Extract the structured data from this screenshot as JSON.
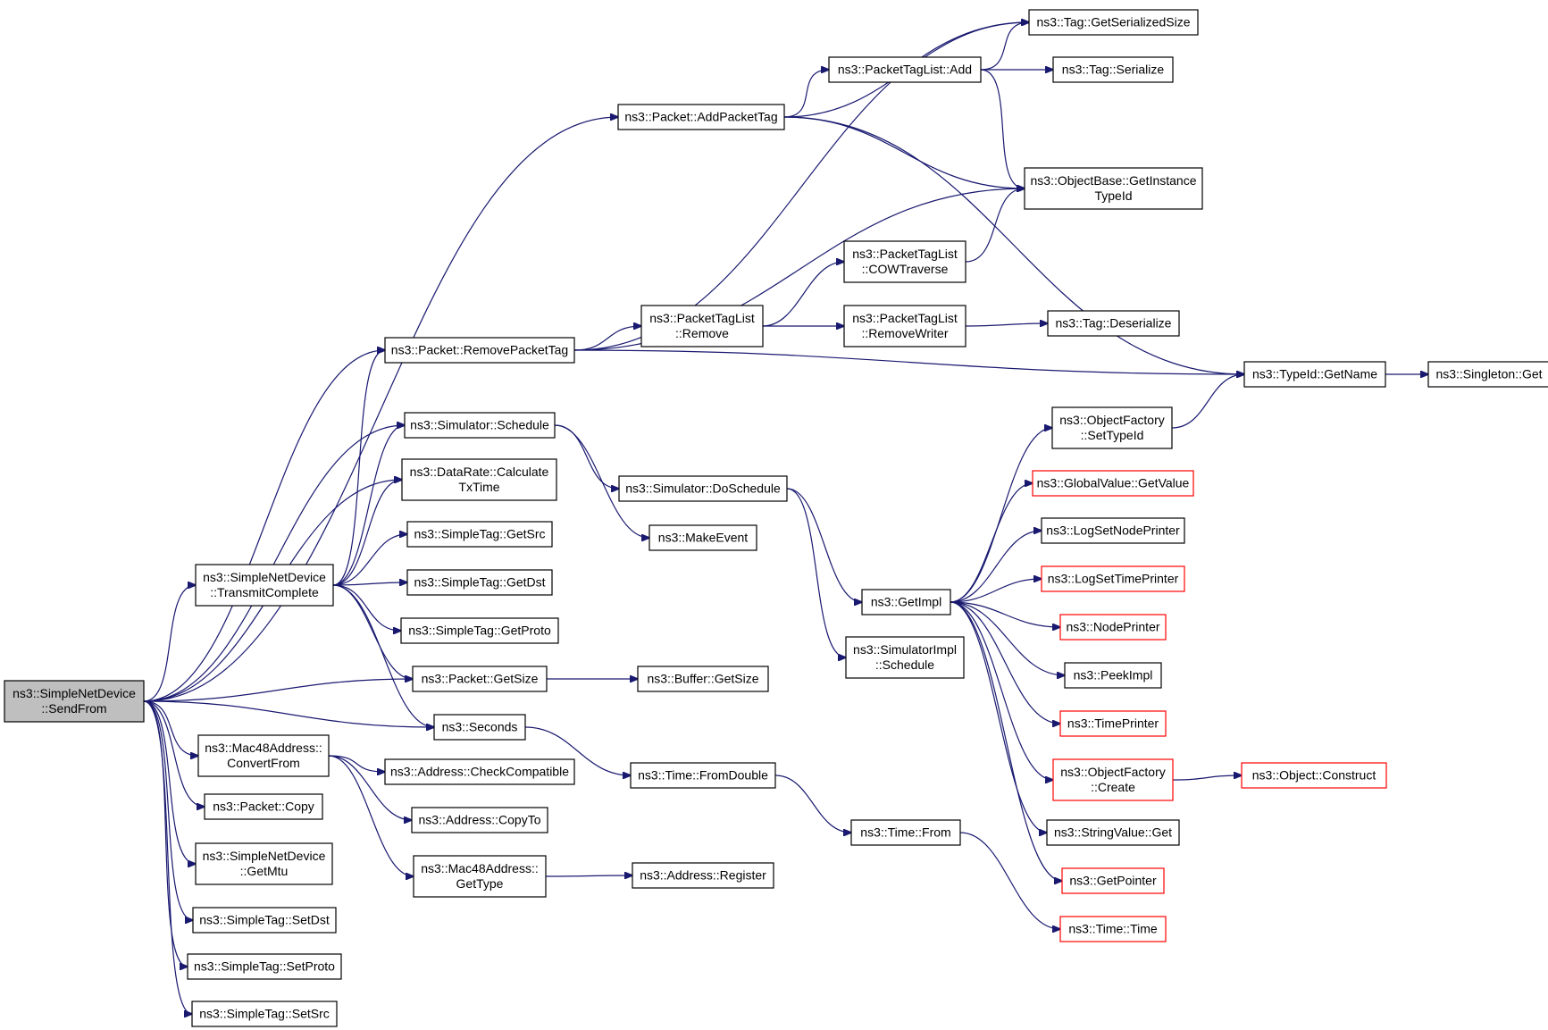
{
  "colors": {
    "edge": "#191970",
    "node_border": "#000000",
    "node_border_truncated": "#ff0000",
    "root_fill": "#bfbfbf",
    "node_fill": "#ffffff",
    "text": "#000000"
  },
  "nodes": [
    {
      "id": "sendfrom",
      "lines": [
        "ns3::SimpleNetDevice",
        "::SendFrom"
      ],
      "style": "root"
    },
    {
      "id": "transmitcomplete",
      "lines": [
        "ns3::SimpleNetDevice",
        "::TransmitComplete"
      ],
      "style": "normal"
    },
    {
      "id": "convertfrom",
      "lines": [
        "ns3::Mac48Address::",
        "ConvertFrom"
      ],
      "style": "normal"
    },
    {
      "id": "packetcopy",
      "lines": [
        "ns3::Packet::Copy"
      ],
      "style": "normal"
    },
    {
      "id": "getmtu",
      "lines": [
        "ns3::SimpleNetDevice",
        "::GetMtu"
      ],
      "style": "normal"
    },
    {
      "id": "setdst",
      "lines": [
        "ns3::SimpleTag::SetDst"
      ],
      "style": "normal"
    },
    {
      "id": "setproto",
      "lines": [
        "ns3::SimpleTag::SetProto"
      ],
      "style": "normal"
    },
    {
      "id": "setsrc",
      "lines": [
        "ns3::SimpleTag::SetSrc"
      ],
      "style": "normal"
    },
    {
      "id": "addpackettag",
      "lines": [
        "ns3::Packet::AddPacketTag"
      ],
      "style": "normal"
    },
    {
      "id": "removepackettag",
      "lines": [
        "ns3::Packet::RemovePacketTag"
      ],
      "style": "normal"
    },
    {
      "id": "schedule",
      "lines": [
        "ns3::Simulator::Schedule"
      ],
      "style": "normal"
    },
    {
      "id": "calctxtime",
      "lines": [
        "ns3::DataRate::Calculate",
        "TxTime"
      ],
      "style": "normal"
    },
    {
      "id": "getsrc",
      "lines": [
        "ns3::SimpleTag::GetSrc"
      ],
      "style": "normal"
    },
    {
      "id": "getdst",
      "lines": [
        "ns3::SimpleTag::GetDst"
      ],
      "style": "normal"
    },
    {
      "id": "getproto",
      "lines": [
        "ns3::SimpleTag::GetProto"
      ],
      "style": "normal"
    },
    {
      "id": "packetgetsize",
      "lines": [
        "ns3::Packet::GetSize"
      ],
      "style": "normal"
    },
    {
      "id": "seconds",
      "lines": [
        "ns3::Seconds"
      ],
      "style": "normal"
    },
    {
      "id": "checkcompatible",
      "lines": [
        "ns3::Address::CheckCompatible"
      ],
      "style": "normal"
    },
    {
      "id": "copyto",
      "lines": [
        "ns3::Address::CopyTo"
      ],
      "style": "normal"
    },
    {
      "id": "mac48gettype",
      "lines": [
        "ns3::Mac48Address::",
        "GetType"
      ],
      "style": "normal"
    },
    {
      "id": "ptladd",
      "lines": [
        "ns3::PacketTagList::Add"
      ],
      "style": "normal"
    },
    {
      "id": "ptlremove",
      "lines": [
        "ns3::PacketTagList",
        "::Remove"
      ],
      "style": "normal"
    },
    {
      "id": "doschedule",
      "lines": [
        "ns3::Simulator::DoSchedule"
      ],
      "style": "normal"
    },
    {
      "id": "makeevent",
      "lines": [
        "ns3::MakeEvent"
      ],
      "style": "normal"
    },
    {
      "id": "buffergetsize",
      "lines": [
        "ns3::Buffer::GetSize"
      ],
      "style": "normal"
    },
    {
      "id": "fromdouble",
      "lines": [
        "ns3::Time::FromDouble"
      ],
      "style": "normal"
    },
    {
      "id": "addrregister",
      "lines": [
        "ns3::Address::Register"
      ],
      "style": "normal"
    },
    {
      "id": "taggetserializedsize",
      "lines": [
        "ns3::Tag::GetSerializedSize"
      ],
      "style": "normal"
    },
    {
      "id": "tagserialize",
      "lines": [
        "ns3::Tag::Serialize"
      ],
      "style": "normal"
    },
    {
      "id": "getinstancetypeid",
      "lines": [
        "ns3::ObjectBase::GetInstance",
        "TypeId"
      ],
      "style": "normal"
    },
    {
      "id": "cowtraverse",
      "lines": [
        "ns3::PacketTagList",
        "::COWTraverse"
      ],
      "style": "normal"
    },
    {
      "id": "removewriter",
      "lines": [
        "ns3::PacketTagList",
        "::RemoveWriter"
      ],
      "style": "normal"
    },
    {
      "id": "tagdeserialize",
      "lines": [
        "ns3::Tag::Deserialize"
      ],
      "style": "normal"
    },
    {
      "id": "getimpl",
      "lines": [
        "ns3::GetImpl"
      ],
      "style": "normal"
    },
    {
      "id": "simimplschedule",
      "lines": [
        "ns3::SimulatorImpl",
        "::Schedule"
      ],
      "style": "normal"
    },
    {
      "id": "timefrom",
      "lines": [
        "ns3::Time::From"
      ],
      "style": "normal"
    },
    {
      "id": "typeidgetname",
      "lines": [
        "ns3::TypeId::GetName"
      ],
      "style": "normal"
    },
    {
      "id": "singletonget",
      "lines": [
        "ns3::Singleton::Get"
      ],
      "style": "normal"
    },
    {
      "id": "ofsettypeid",
      "lines": [
        "ns3::ObjectFactory",
        "::SetTypeId"
      ],
      "style": "normal"
    },
    {
      "id": "globalvaluegetvalue",
      "lines": [
        "ns3::GlobalValue::GetValue"
      ],
      "style": "truncated"
    },
    {
      "id": "logsetnodeprinter",
      "lines": [
        "ns3::LogSetNodePrinter"
      ],
      "style": "normal"
    },
    {
      "id": "logsettimeprinter",
      "lines": [
        "ns3::LogSetTimePrinter"
      ],
      "style": "truncated"
    },
    {
      "id": "nodeprinter",
      "lines": [
        "ns3::NodePrinter"
      ],
      "style": "truncated"
    },
    {
      "id": "peekimpl",
      "lines": [
        "ns3::PeekImpl"
      ],
      "style": "normal"
    },
    {
      "id": "timeprinter",
      "lines": [
        "ns3::TimePrinter"
      ],
      "style": "truncated"
    },
    {
      "id": "ofcreate",
      "lines": [
        "ns3::ObjectFactory",
        "::Create"
      ],
      "style": "truncated"
    },
    {
      "id": "stringvalueget",
      "lines": [
        "ns3::StringValue::Get"
      ],
      "style": "normal"
    },
    {
      "id": "getpointer",
      "lines": [
        "ns3::GetPointer"
      ],
      "style": "truncated"
    },
    {
      "id": "timetime",
      "lines": [
        "ns3::Time::Time"
      ],
      "style": "truncated"
    },
    {
      "id": "objectconstruct",
      "lines": [
        "ns3::Object::Construct"
      ],
      "style": "truncated"
    }
  ],
  "edges": [
    [
      "sendfrom",
      "addpackettag"
    ],
    [
      "sendfrom",
      "removepackettag"
    ],
    [
      "sendfrom",
      "schedule"
    ],
    [
      "sendfrom",
      "calctxtime"
    ],
    [
      "sendfrom",
      "transmitcomplete"
    ],
    [
      "sendfrom",
      "packetgetsize"
    ],
    [
      "sendfrom",
      "seconds"
    ],
    [
      "sendfrom",
      "convertfrom"
    ],
    [
      "sendfrom",
      "packetcopy"
    ],
    [
      "sendfrom",
      "getmtu"
    ],
    [
      "sendfrom",
      "setdst"
    ],
    [
      "sendfrom",
      "setproto"
    ],
    [
      "sendfrom",
      "setsrc"
    ],
    [
      "transmitcomplete",
      "removepackettag"
    ],
    [
      "transmitcomplete",
      "schedule"
    ],
    [
      "transmitcomplete",
      "calctxtime"
    ],
    [
      "transmitcomplete",
      "getsrc"
    ],
    [
      "transmitcomplete",
      "getdst"
    ],
    [
      "transmitcomplete",
      "getproto"
    ],
    [
      "transmitcomplete",
      "packetgetsize"
    ],
    [
      "transmitcomplete",
      "seconds"
    ],
    [
      "convertfrom",
      "checkcompatible"
    ],
    [
      "convertfrom",
      "copyto"
    ],
    [
      "convertfrom",
      "mac48gettype"
    ],
    [
      "addpackettag",
      "taggetserializedsize"
    ],
    [
      "addpackettag",
      "ptladd"
    ],
    [
      "addpackettag",
      "getinstancetypeid"
    ],
    [
      "addpackettag",
      "typeidgetname"
    ],
    [
      "removepackettag",
      "taggetserializedsize"
    ],
    [
      "removepackettag",
      "getinstancetypeid"
    ],
    [
      "removepackettag",
      "ptlremove"
    ],
    [
      "removepackettag",
      "typeidgetname"
    ],
    [
      "ptladd",
      "taggetserializedsize"
    ],
    [
      "ptladd",
      "tagserialize"
    ],
    [
      "ptladd",
      "getinstancetypeid"
    ],
    [
      "ptlremove",
      "cowtraverse"
    ],
    [
      "ptlremove",
      "removewriter"
    ],
    [
      "cowtraverse",
      "getinstancetypeid"
    ],
    [
      "removewriter",
      "tagdeserialize"
    ],
    [
      "schedule",
      "doschedule"
    ],
    [
      "schedule",
      "makeevent"
    ],
    [
      "doschedule",
      "getimpl"
    ],
    [
      "doschedule",
      "simimplschedule"
    ],
    [
      "packetgetsize",
      "buffergetsize"
    ],
    [
      "seconds",
      "fromdouble"
    ],
    [
      "fromdouble",
      "timefrom"
    ],
    [
      "timefrom",
      "timetime"
    ],
    [
      "mac48gettype",
      "addrregister"
    ],
    [
      "typeidgetname",
      "singletonget"
    ],
    [
      "getimpl",
      "ofsettypeid"
    ],
    [
      "getimpl",
      "globalvaluegetvalue"
    ],
    [
      "getimpl",
      "logsetnodeprinter"
    ],
    [
      "getimpl",
      "logsettimeprinter"
    ],
    [
      "getimpl",
      "nodeprinter"
    ],
    [
      "getimpl",
      "peekimpl"
    ],
    [
      "getimpl",
      "timeprinter"
    ],
    [
      "getimpl",
      "ofcreate"
    ],
    [
      "getimpl",
      "stringvalueget"
    ],
    [
      "getimpl",
      "getpointer"
    ],
    [
      "ofsettypeid",
      "typeidgetname"
    ],
    [
      "ofcreate",
      "objectconstruct"
    ]
  ]
}
